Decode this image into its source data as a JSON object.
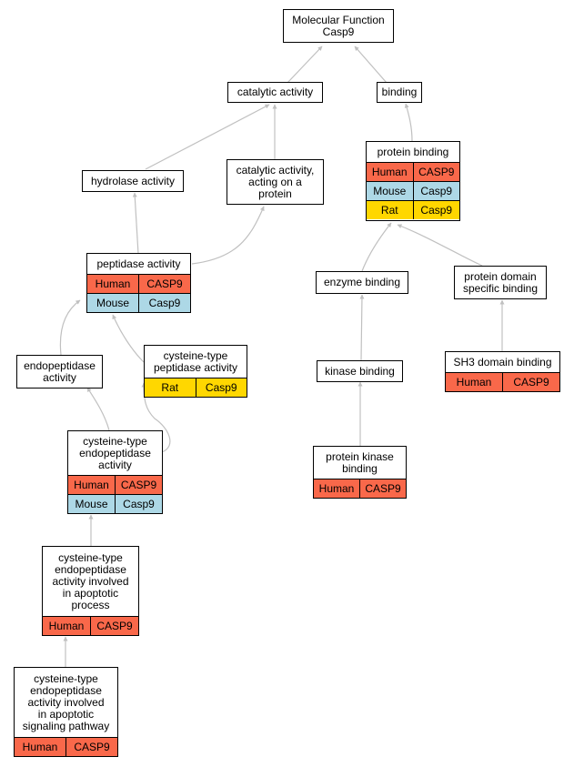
{
  "nodes": {
    "molecular_function": {
      "lines": [
        "Molecular Function",
        "Casp9"
      ]
    },
    "catalytic_activity": {
      "lines": [
        "catalytic activity"
      ]
    },
    "binding": {
      "lines": [
        "binding"
      ]
    },
    "hydrolase_activity": {
      "lines": [
        "hydrolase activity"
      ]
    },
    "catalytic_activity_protein": {
      "lines": [
        "catalytic activity,",
        "acting on a",
        "protein"
      ]
    },
    "protein_binding": {
      "lines": [
        "protein binding"
      ],
      "rows": [
        {
          "species": "Human",
          "gene": "CASP9"
        },
        {
          "species": "Mouse",
          "gene": "Casp9"
        },
        {
          "species": "Rat",
          "gene": "Casp9"
        }
      ]
    },
    "peptidase_activity": {
      "lines": [
        "peptidase activity"
      ],
      "rows": [
        {
          "species": "Human",
          "gene": "CASP9"
        },
        {
          "species": "Mouse",
          "gene": "Casp9"
        }
      ]
    },
    "enzyme_binding": {
      "lines": [
        "enzyme binding"
      ]
    },
    "protein_domain_binding": {
      "lines": [
        "protein domain",
        "specific binding"
      ]
    },
    "endopeptidase_activity": {
      "lines": [
        "endopeptidase",
        "activity"
      ]
    },
    "cysteine_peptidase": {
      "lines": [
        "cysteine-type",
        "peptidase activity"
      ],
      "rows": [
        {
          "species": "Rat",
          "gene": "Casp9"
        }
      ]
    },
    "kinase_binding": {
      "lines": [
        "kinase binding"
      ]
    },
    "sh3_domain_binding": {
      "lines": [
        "SH3 domain binding"
      ],
      "rows": [
        {
          "species": "Human",
          "gene": "CASP9"
        }
      ]
    },
    "cysteine_endopeptidase": {
      "lines": [
        "cysteine-type",
        "endopeptidase",
        "activity"
      ],
      "rows": [
        {
          "species": "Human",
          "gene": "CASP9"
        },
        {
          "species": "Mouse",
          "gene": "Casp9"
        }
      ]
    },
    "protein_kinase_binding": {
      "lines": [
        "protein kinase",
        "binding"
      ],
      "rows": [
        {
          "species": "Human",
          "gene": "CASP9"
        }
      ]
    },
    "cysteine_endopeptidase_apoptotic": {
      "lines": [
        "cysteine-type",
        "endopeptidase",
        "activity involved",
        "in apoptotic",
        "process"
      ],
      "rows": [
        {
          "species": "Human",
          "gene": "CASP9"
        }
      ]
    },
    "cysteine_endopeptidase_apoptotic_signaling": {
      "lines": [
        "cysteine-type",
        "endopeptidase",
        "activity involved",
        "in apoptotic",
        "signaling pathway"
      ],
      "rows": [
        {
          "species": "Human",
          "gene": "CASP9"
        }
      ]
    }
  },
  "colors": {
    "Human": "#f9684a",
    "Mouse": "#add8e6",
    "Rat": "#ffd700",
    "edge": "#c0c0c0"
  }
}
